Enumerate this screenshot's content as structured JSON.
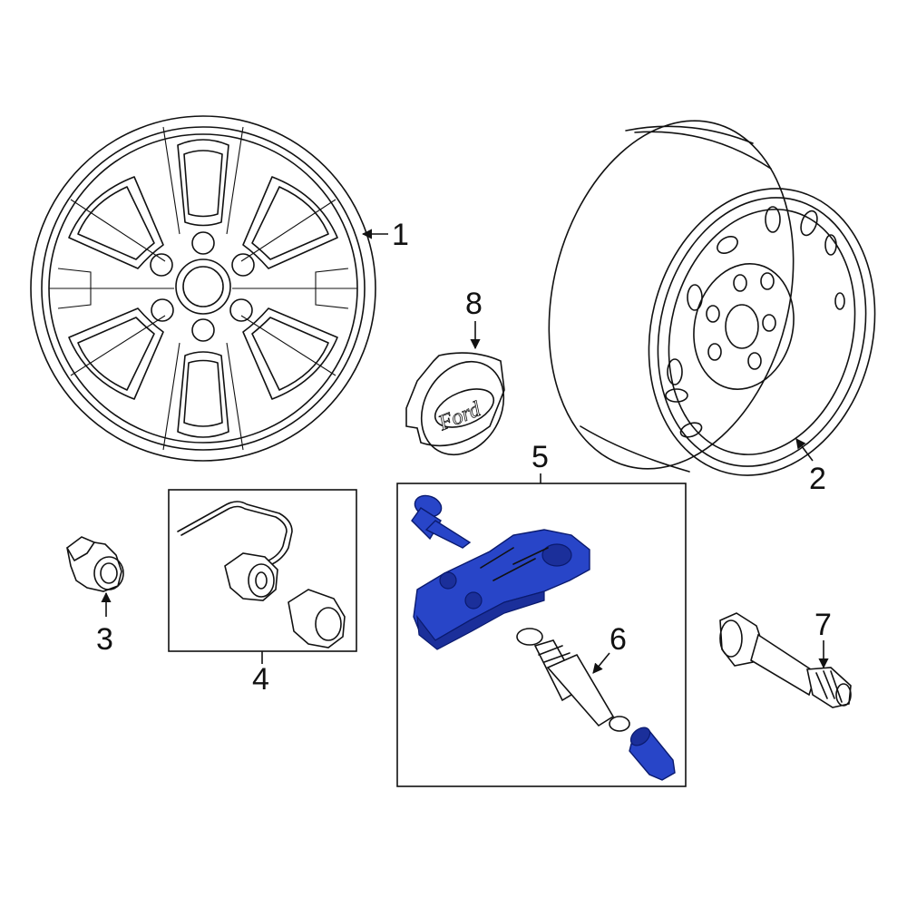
{
  "callouts": {
    "c1": "1",
    "c2": "2",
    "c3": "3",
    "c4": "4",
    "c5": "5",
    "c6": "6",
    "c7": "7",
    "c8": "8"
  },
  "center_cap_logo": "Ford",
  "colors": {
    "line": "#111111",
    "highlight": "#2845c8",
    "background": "#ffffff"
  }
}
